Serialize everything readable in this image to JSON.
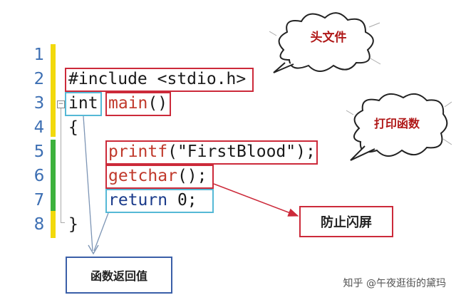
{
  "lines": [
    "1",
    "2",
    "3",
    "4",
    "5",
    "6",
    "7",
    "8"
  ],
  "code": {
    "include": "#include <stdio.h>",
    "int": "int",
    "main": "main",
    "main_parens": "()",
    "open_brace": "{",
    "printf": "printf",
    "printf_args": "(\"FirstBlood\");",
    "getchar": "getchar",
    "getchar_tail": "();",
    "return_kw": "return",
    "return_val": " 0;",
    "close_brace": "}"
  },
  "callouts": {
    "header": "头文件",
    "print_func": "打印函数",
    "prevent_flash": "防止闪屏",
    "return_value": "函数返回值"
  },
  "watermark": "知乎 @午夜逛街的黛玛",
  "colors": {
    "red_box": "#cc2a3a",
    "cyan_box": "#55b9d6",
    "line_number": "#3d6fb3",
    "yellow_bar": "#f2d90c",
    "green_bar": "#3db23d",
    "keyword_red": "#c0392b"
  }
}
